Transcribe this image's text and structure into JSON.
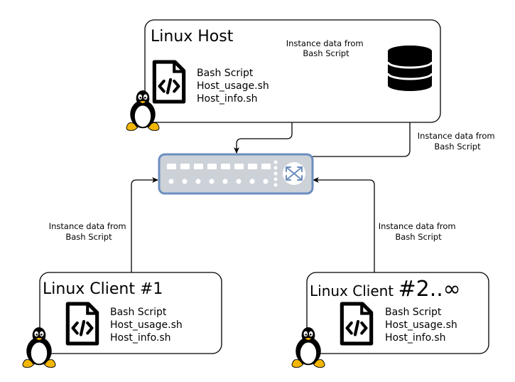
{
  "host": {
    "title": "Linux Host",
    "files": [
      "Bash Script",
      "Host_usage.sh",
      "Host_info.sh"
    ],
    "db_label": [
      "Instance data from",
      "Bash Script"
    ]
  },
  "switch_to_db_label": [
    "Instance data from",
    "Bash Script"
  ],
  "client1": {
    "title": "Linux Client #1",
    "files": [
      "Bash Script",
      "Host_usage.sh",
      "Host_info.sh"
    ],
    "link_label": [
      "Instance data from",
      "Bash Script"
    ]
  },
  "client2": {
    "title_main": "Linux Client ",
    "title_suffix": "#2..∞",
    "files": [
      "Bash Script",
      "Host_usage.sh",
      "Host_info.sh"
    ],
    "link_label": [
      "Instance data from",
      "Bash Script"
    ]
  },
  "icons": {
    "script": "code-file-icon",
    "os": "linux-penguin-icon",
    "database": "database-icon",
    "network": "network-switch-icon"
  },
  "colors": {
    "switch_fill": "#cdd2d9",
    "switch_stroke": "#6c8ebf",
    "line": "#000000"
  }
}
